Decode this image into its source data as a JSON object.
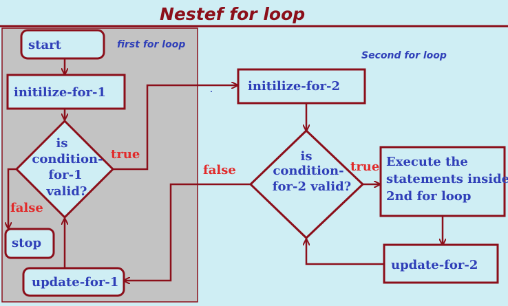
{
  "title": "Nestef for loop",
  "labels": {
    "first_loop": "first for loop",
    "second_loop": "Second for loop"
  },
  "nodes": {
    "start": "start",
    "init1": "initilize-for-1",
    "cond1": [
      "is",
      "condition-",
      "for-1",
      "valid?"
    ],
    "stop": "stop",
    "update1": "update-for-1",
    "init2": "initilize-for-2",
    "cond2": [
      "is",
      "condition-",
      "for-2 valid?"
    ],
    "execute": [
      "Execute the",
      "statements inside",
      "2nd for loop"
    ],
    "update2": "update-for-2"
  },
  "edges": {
    "true1": "true",
    "false1": "false",
    "false2": "false",
    "true2": "true"
  },
  "colors": {
    "background": "#cfeef4",
    "panel": "#c3c3c3",
    "stroke": "#8b0f1a",
    "text": "#2f3fb8",
    "edge_label": "#e12a2a"
  }
}
